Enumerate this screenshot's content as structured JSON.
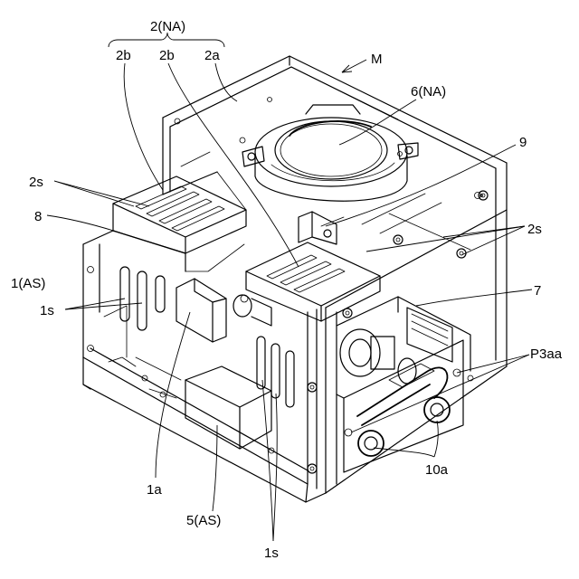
{
  "labels": {
    "na_group": "2(NA)",
    "m": "M",
    "plate_2b_left": "2b",
    "plate_2b_right": "2b",
    "plate_2a": "2a",
    "fan_6": "6(NA)",
    "part_9": "9",
    "slits_2s_left": "2s",
    "slits_2s_right": "2s",
    "part_8": "8",
    "housing_1": "1(AS)",
    "slits_1s_left": "1s",
    "part_7": "7",
    "p3aa": "P3aa",
    "part_1a": "1a",
    "part_10a": "10a",
    "part_5": "5(AS)",
    "slits_1s_bottom": "1s"
  }
}
